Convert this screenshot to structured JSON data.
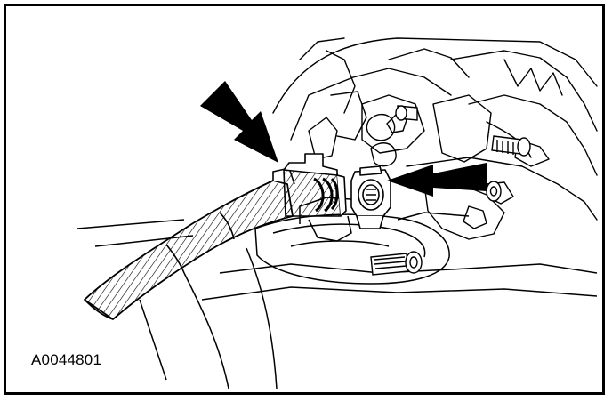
{
  "figure": {
    "id_label": "A0044801"
  },
  "colors": {
    "ink": "#000000",
    "paper": "#ffffff",
    "hatch": "#555555"
  },
  "callouts": [
    {
      "name": "arrow-to-harness-connector",
      "points_to": "harness-connector"
    },
    {
      "name": "arrow-to-sensor-connector",
      "points_to": "sensor-connector"
    }
  ]
}
